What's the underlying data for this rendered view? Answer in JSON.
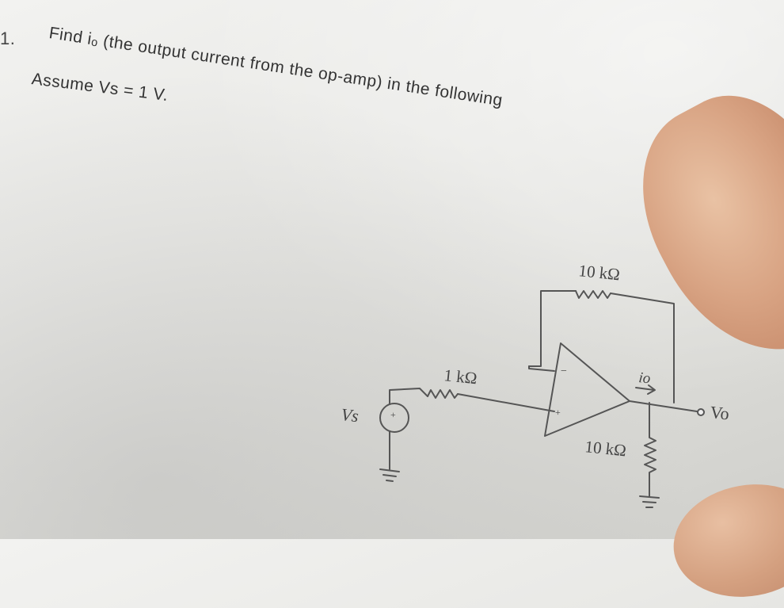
{
  "question": {
    "number": "1.",
    "line1": "Find iₒ (the output current from the op-amp) in the following",
    "line2": "Assume Vs = 1 V."
  },
  "circuit": {
    "feedback_resistor": "10 kΩ",
    "input_resistor": "1 kΩ",
    "load_resistor": "10 kΩ",
    "source_label": "Vs",
    "source_sign": "+",
    "output_label": "Vo",
    "current_label": "io",
    "opamp_inverting": "−",
    "opamp_noninverting": "+"
  }
}
